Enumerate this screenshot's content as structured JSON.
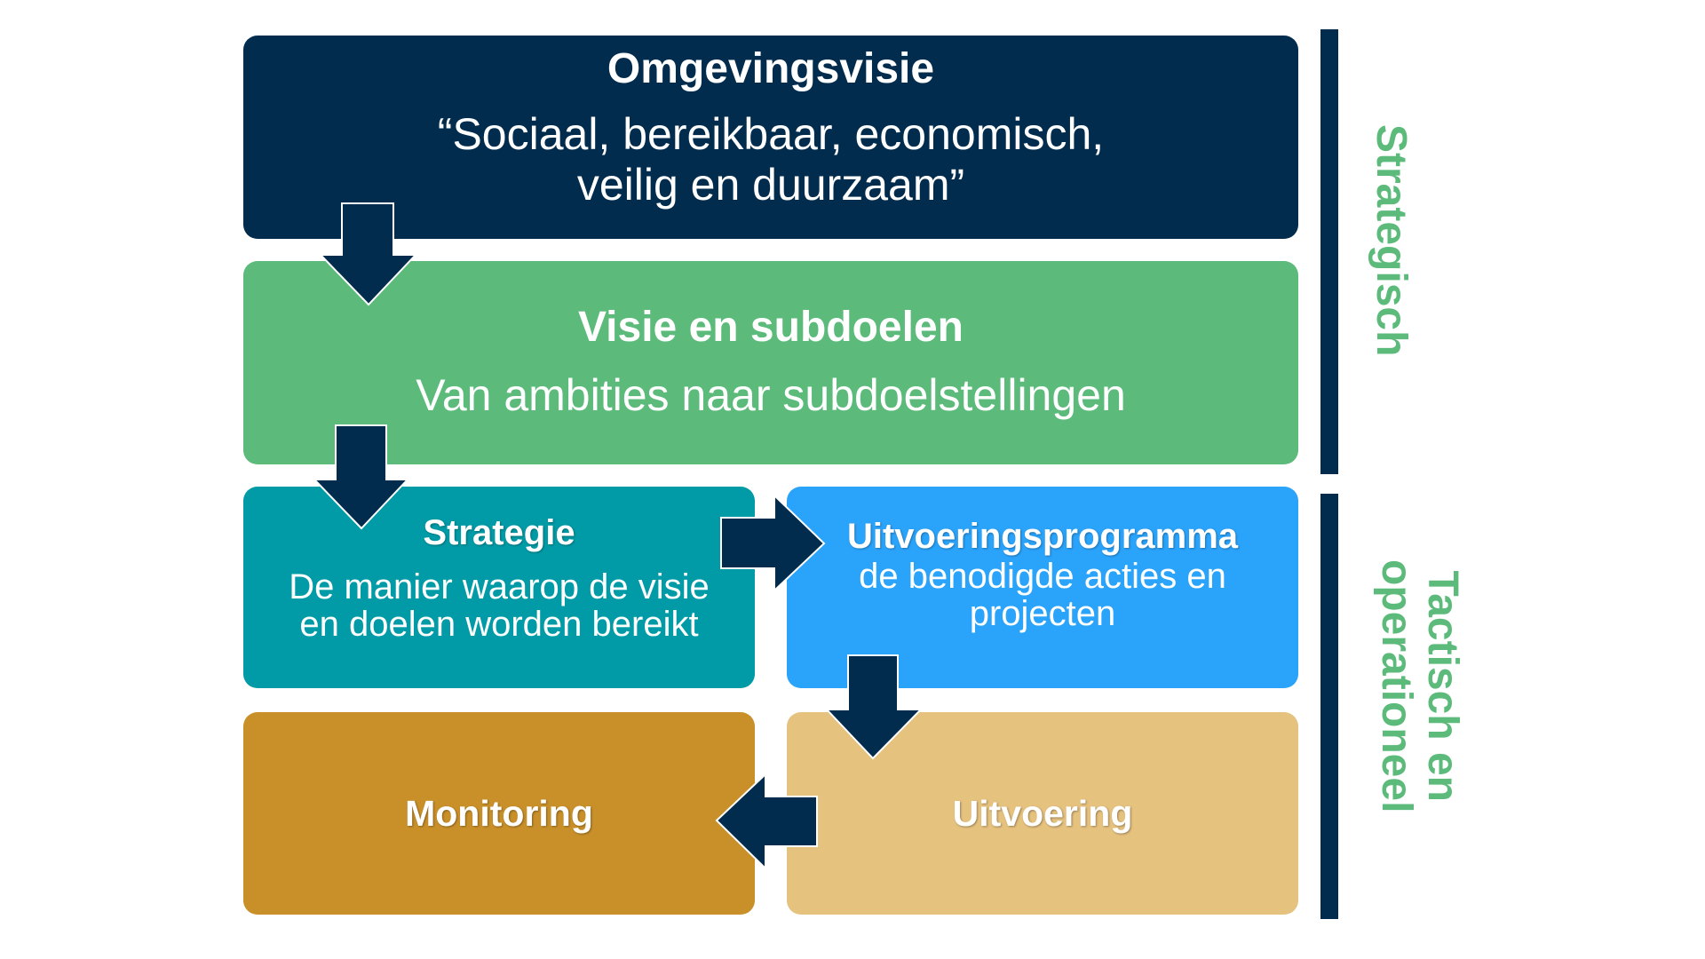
{
  "colors": {
    "dark_navy": "#022C4D",
    "green": "#5CBB7B",
    "teal": "#009BA6",
    "blue": "#2AA3FB",
    "ochre": "#C9902A",
    "sand": "#E6C27F",
    "label_green": "#5CBB7B",
    "arrow_outline": "#FFFFFF"
  },
  "boxes": {
    "omgevingsvisie": {
      "title": "Omgevingsvisie",
      "line1": "“Sociaal, bereikbaar, economisch,",
      "line2": "veilig en duurzaam”"
    },
    "visie": {
      "title": "Visie en subdoelen",
      "subtitle": "Van ambities naar subdoelstellingen"
    },
    "strategie": {
      "title": "Strategie",
      "line1": "De manier waarop de visie",
      "line2": "en doelen worden bereikt"
    },
    "uitvoeringsprogramma": {
      "title": "Uitvoeringsprogramma",
      "line1": "de benodigde acties en",
      "line2": "projecten"
    },
    "monitoring": {
      "title": "Monitoring"
    },
    "uitvoering": {
      "title": "Uitvoering"
    }
  },
  "side_labels": {
    "strategisch": "Strategisch",
    "tactisch_line1": "Tactisch en",
    "tactisch_line2": "operationeel"
  },
  "arrows": [
    {
      "from": "Omgevingsvisie",
      "to": "Visie en subdoelen",
      "direction": "down"
    },
    {
      "from": "Visie en subdoelen",
      "to": "Strategie",
      "direction": "down"
    },
    {
      "from": "Strategie",
      "to": "Uitvoeringsprogramma",
      "direction": "right"
    },
    {
      "from": "Uitvoeringsprogramma",
      "to": "Uitvoering",
      "direction": "down"
    },
    {
      "from": "Uitvoering",
      "to": "Monitoring",
      "direction": "left"
    }
  ]
}
